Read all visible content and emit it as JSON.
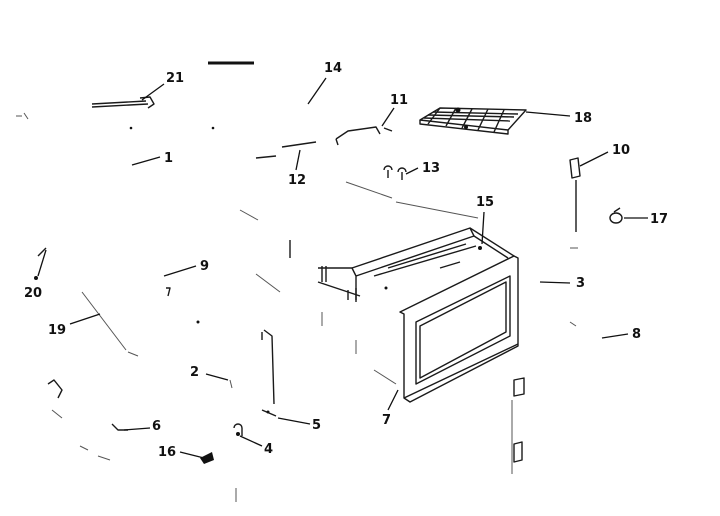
{
  "diagram": {
    "callouts": [
      {
        "id": "label-1",
        "text": "1"
      },
      {
        "id": "label-2",
        "text": "2"
      },
      {
        "id": "label-3",
        "text": "3"
      },
      {
        "id": "label-4",
        "text": "4"
      },
      {
        "id": "label-5",
        "text": "5"
      },
      {
        "id": "label-6",
        "text": "6"
      },
      {
        "id": "label-7",
        "text": "7"
      },
      {
        "id": "label-8",
        "text": "8"
      },
      {
        "id": "label-9",
        "text": "9"
      },
      {
        "id": "label-10",
        "text": "10"
      },
      {
        "id": "label-11",
        "text": "11"
      },
      {
        "id": "label-12",
        "text": "12"
      },
      {
        "id": "label-13",
        "text": "13"
      },
      {
        "id": "label-14",
        "text": "14"
      },
      {
        "id": "label-15",
        "text": "15"
      },
      {
        "id": "label-16",
        "text": "16"
      },
      {
        "id": "label-17",
        "text": "17"
      },
      {
        "id": "label-18",
        "text": "18"
      },
      {
        "id": "label-19",
        "text": "19"
      },
      {
        "id": "label-20",
        "text": "20"
      },
      {
        "id": "label-21",
        "text": "21"
      }
    ]
  }
}
